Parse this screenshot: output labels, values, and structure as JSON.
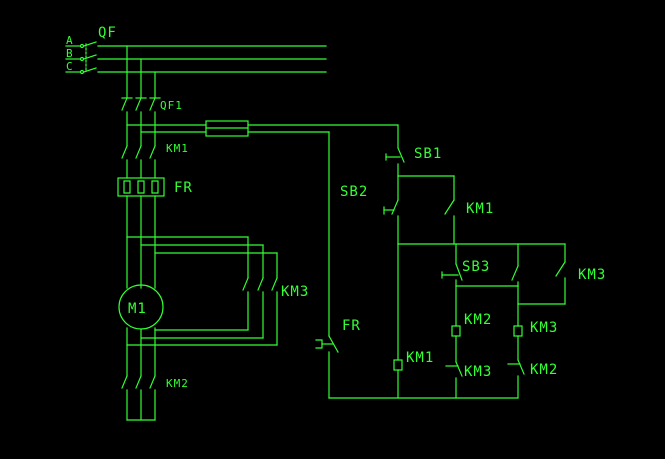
{
  "labels": {
    "phase_a": "A",
    "phase_b": "B",
    "phase_c": "C",
    "qf": "QF",
    "qf1": "QF1",
    "km1_main": "KM1",
    "fr_main": "FR",
    "motor": "M1",
    "km3_main": "KM3",
    "km2_main": "KM2",
    "sb1": "SB1",
    "sb2": "SB2",
    "km1_aux": "KM1",
    "sb3": "SB3",
    "km3_aux": "KM3",
    "fr_ctrl": "FR",
    "km1_coil": "KM1",
    "km2_coil": "KM2",
    "km3_coil": "KM3",
    "km3_interlock": "KM3",
    "km2_interlock": "KM2"
  },
  "colors": {
    "background": "#000000",
    "line": "#33ff33"
  }
}
